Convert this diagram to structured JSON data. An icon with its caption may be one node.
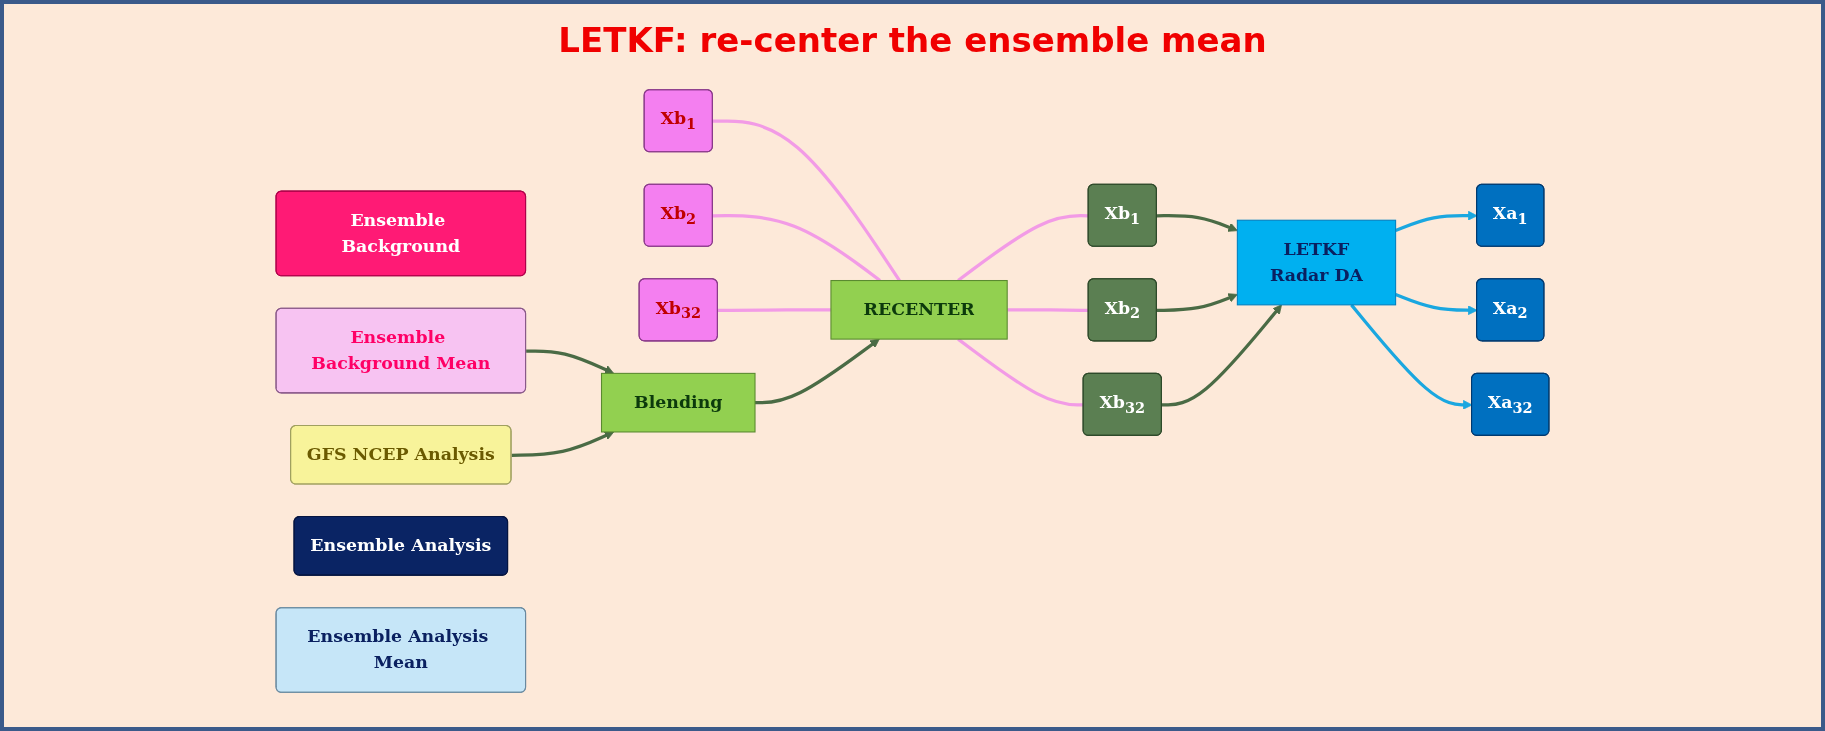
{
  "diagram": {
    "title": "LETKF: re-center the ensemble mean",
    "nodes": [
      {
        "text": [
          "Ensemble Background"
        ]
      },
      {
        "text": [
          "Xb$_{1}$"
        ]
      },
      {
        "text": [
          "Xb$_{2}$"
        ]
      },
      {
        "text": [
          "Xb$_{32}$"
        ]
      },
      {
        "text": [
          "Ensemble Background Mean"
        ]
      },
      {
        "text": [
          "Blending"
        ]
      },
      {
        "text": [
          "GFS NCEP Analysis"
        ]
      },
      {
        "text": [
          "RECENTER"
        ]
      },
      {
        "text": [
          "Xb$_{1}$"
        ]
      },
      {
        "text": [
          "Xb$_{2}$"
        ]
      },
      {
        "text": [
          "Xb$_{32}$"
        ]
      },
      {
        "text": [
          "LETKF",
          "Radar DA"
        ]
      },
      {
        "text": [
          "Ensemble Analysis"
        ]
      },
      {
        "text": [
          "Xa$_{1}$"
        ]
      },
      {
        "text": [
          "Xa$_{2}$"
        ]
      },
      {
        "text": [
          "Xa$_{32}$"
        ]
      },
      {
        "text": [
          "Ensemble Analysis Mean"
        ]
      }
    ],
    "edges": [
      {
        "from": 1,
        "to": 7,
        "arrow": "none",
        "color": "#f29be6"
      },
      {
        "from": 2,
        "to": 7,
        "arrow": "none",
        "color": "#f29be6"
      },
      {
        "from": 3,
        "to": 7,
        "arrow": "none",
        "color": "#f29be6"
      },
      {
        "from": 7,
        "to": 8,
        "arrow": "none",
        "color": "#f29be6"
      },
      {
        "from": 7,
        "to": 9,
        "arrow": "none",
        "color": "#f29be6"
      },
      {
        "from": 7,
        "to": 10,
        "arrow": "none",
        "color": "#f29be6"
      },
      {
        "from": 8,
        "to": 11,
        "arrow": "to",
        "color": "#4a6b45"
      },
      {
        "from": 9,
        "to": 11,
        "arrow": "to",
        "color": "#4a6b45"
      },
      {
        "from": 10,
        "to": 11,
        "arrow": "to",
        "color": "#4a6b45"
      },
      {
        "from": 11,
        "to": 13,
        "arrow": "to",
        "color": "#1aa7e0"
      },
      {
        "from": 11,
        "to": 14,
        "arrow": "to",
        "color": "#1aa7e0"
      },
      {
        "from": 11,
        "to": 15,
        "arrow": "to",
        "color": "#1aa7e0"
      },
      {
        "from": 4,
        "to": 5,
        "arrow": "to",
        "color": "#4a6b45"
      },
      {
        "from": 6,
        "to": 5,
        "arrow": "to",
        "color": "#4a6b45"
      },
      {
        "from": 5,
        "to": 7,
        "arrow": "to",
        "color": "#4a6b45"
      }
    ]
  }
}
